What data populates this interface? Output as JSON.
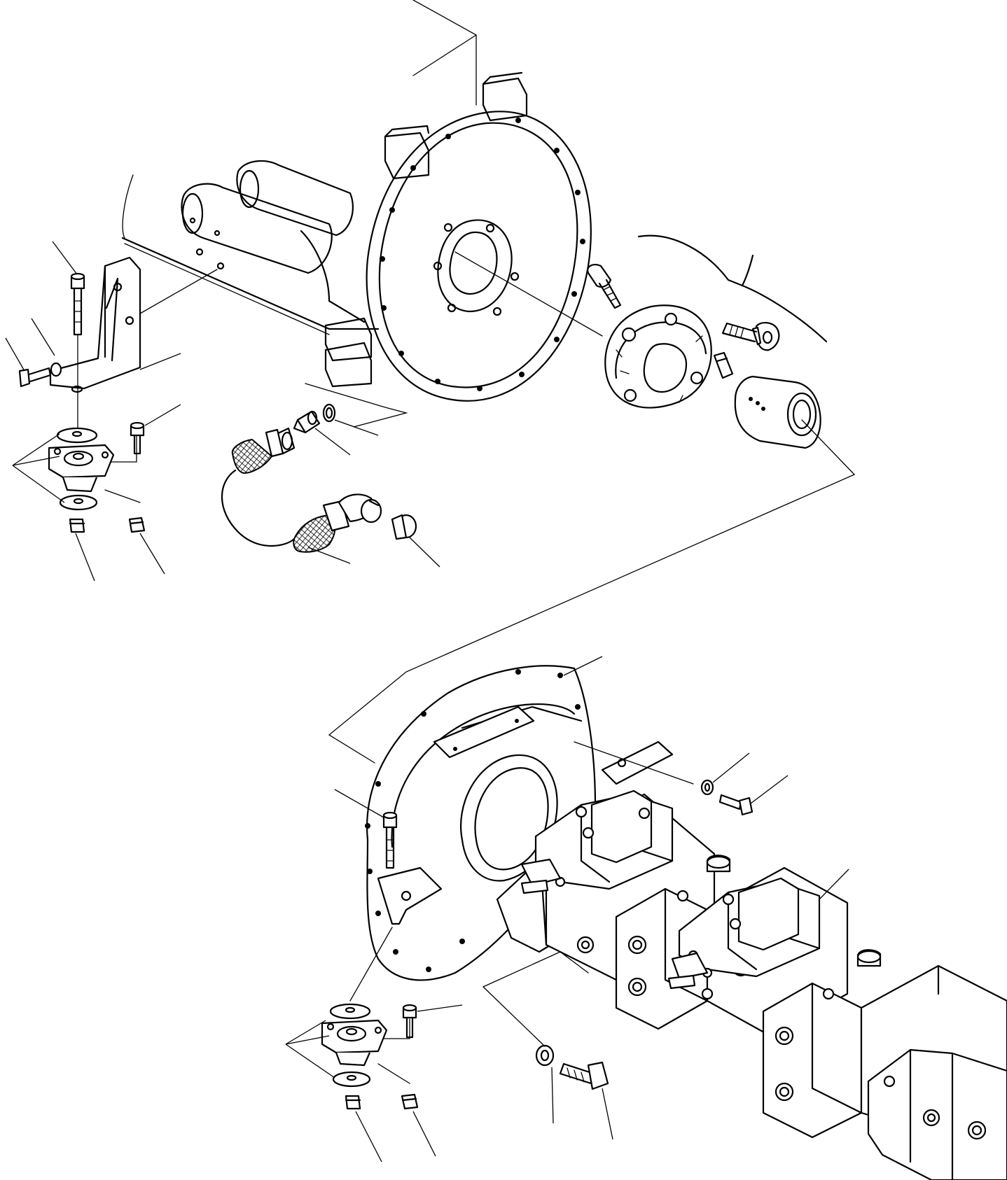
{
  "diagram": {
    "kind": "exploded parts illustration",
    "style": "black line art on white",
    "stroke_color": "#000000",
    "background_color": "#ffffff",
    "text_labels": [],
    "assemblies": [
      "engine-flywheel-housing",
      "engine-mount-left",
      "coupling-set",
      "speed-sensor-cable",
      "pump-mounting-flange",
      "hydraulic-pump-tandem",
      "pump-mount-lower"
    ]
  }
}
